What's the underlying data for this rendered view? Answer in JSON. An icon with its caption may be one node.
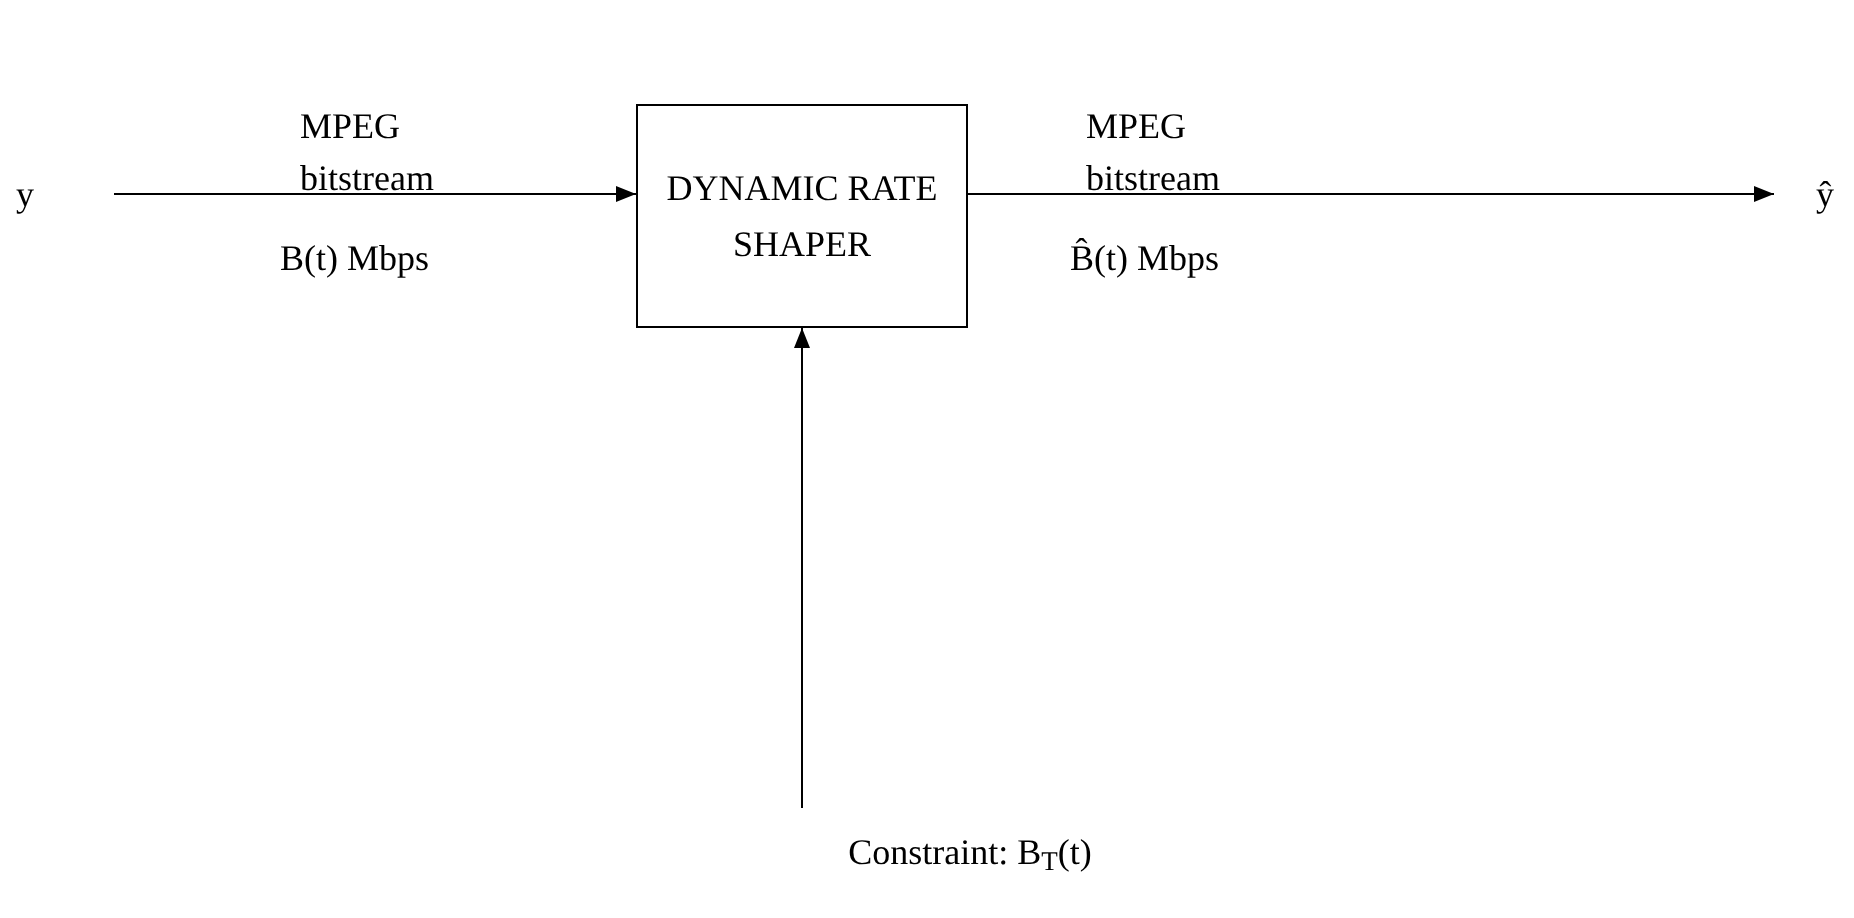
{
  "diagram": {
    "nodes": [
      {
        "text": [
          "y"
        ]
      },
      {
        "text": [
          "DYNAMIC RATE SHAPER"
        ]
      },
      {
        "text": [
          "ŷ"
        ]
      },
      {
        "text": [
          "Constraint: B$_{T}$(t)"
        ]
      }
    ],
    "edges": [
      {
        "from": 0,
        "to": 1,
        "arrow": "to"
      },
      {
        "from": 1,
        "to": 2,
        "arrow": "to"
      },
      {
        "from": 3,
        "to": 1,
        "arrow": "to"
      }
    ],
    "labels": [
      "MPEG bitstream",
      "MPEG bitstream",
      "B(t) Mbps",
      "B̂(t) Mbps"
    ]
  }
}
